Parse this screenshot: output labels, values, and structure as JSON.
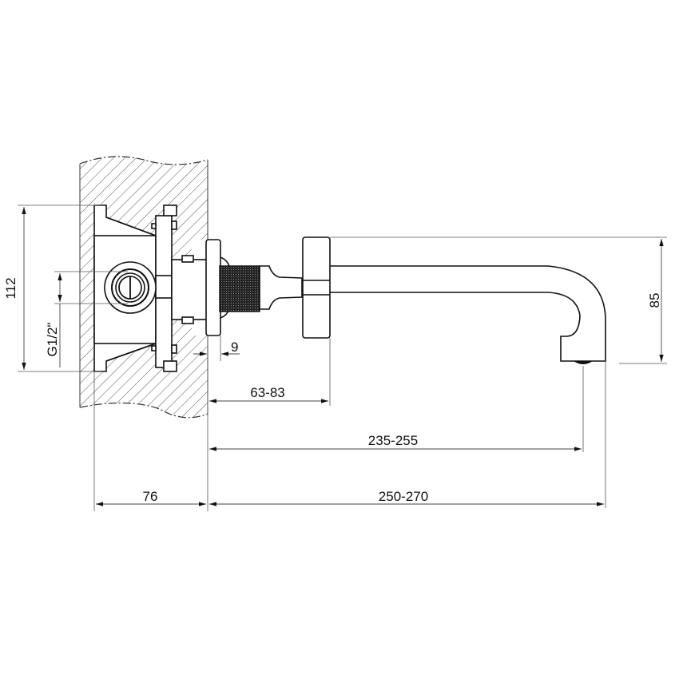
{
  "drawing": {
    "subject": "Wall-mounted spout with concealed body — side elevation",
    "line_color": "#111111",
    "background": "#ffffff"
  },
  "dimensions": {
    "body_height": "112",
    "inlet_thread": "G1/2\"",
    "flange_offset": "9",
    "handle_distance": "63-83",
    "outlet_distance": "235-255",
    "wall_depth": "76",
    "spout_projection": "250-270",
    "spout_height": "85"
  },
  "units": "mm"
}
